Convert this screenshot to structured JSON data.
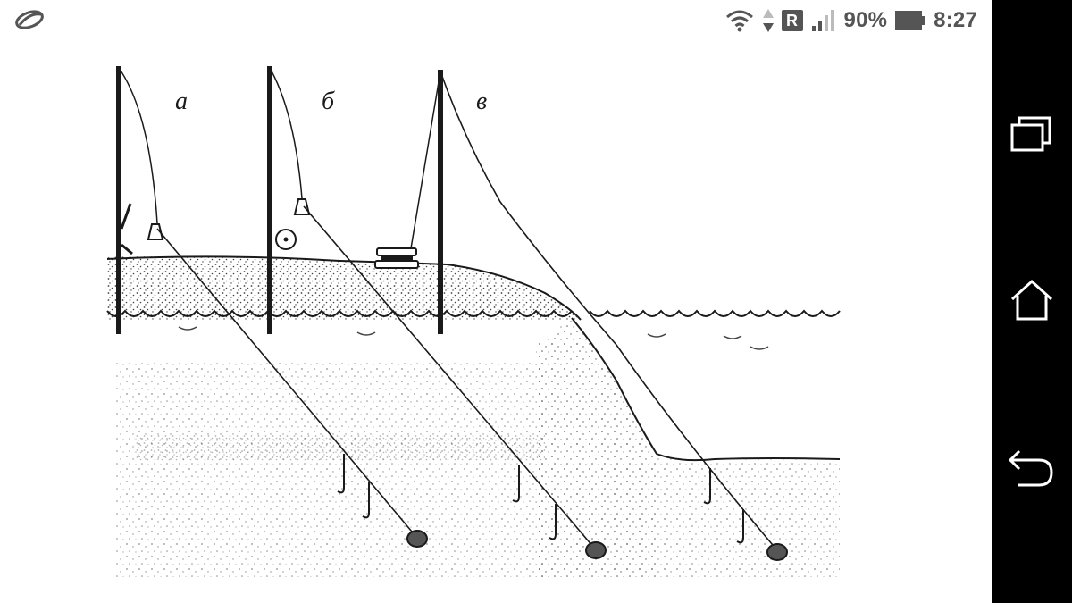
{
  "status_bar": {
    "left_icon": "app-notification-icon",
    "battery_percent": "90%",
    "time": "8:27",
    "roaming_label": "R",
    "icons": [
      "wifi-icon",
      "data-arrows-icon",
      "roaming-icon",
      "signal-icon",
      "battery-icon"
    ]
  },
  "illustration": {
    "labels": {
      "a": "а",
      "b": "б",
      "c": "в"
    }
  },
  "nav_bar": {
    "buttons": [
      "recent-apps-icon",
      "home-icon",
      "back-icon"
    ]
  },
  "colors": {
    "status_text": "#555555",
    "nav_background": "#000000",
    "ink": "#1a1a1a",
    "background": "#ffffff"
  }
}
